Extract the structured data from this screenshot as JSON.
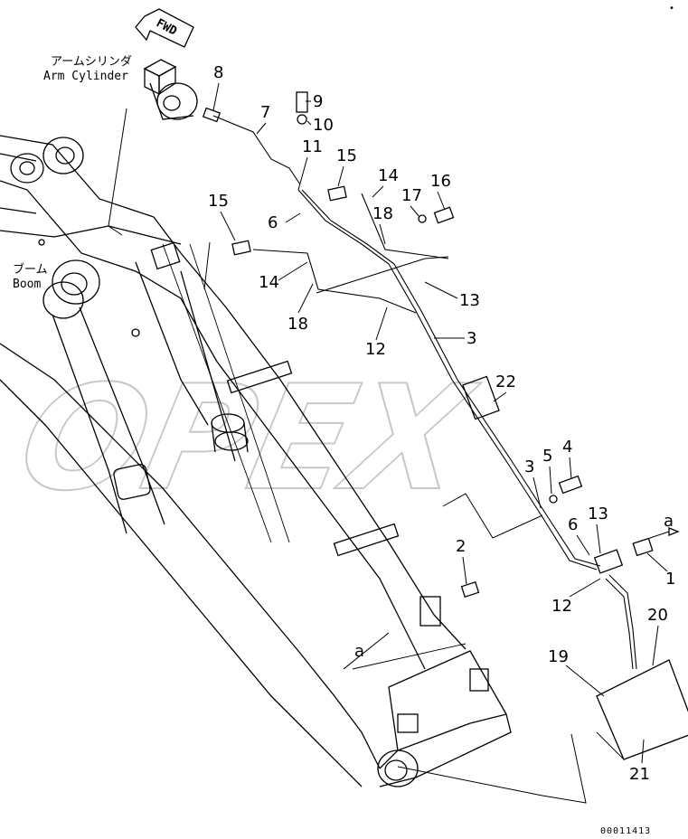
{
  "watermark": "OPEX",
  "fwd_label": "FWD",
  "arm_cylinder": {
    "jp": "アームシリンダ",
    "en": "Arm Cylinder"
  },
  "boom": {
    "jp": "ブーム",
    "en": "Boom"
  },
  "connection_mark": "a",
  "drawing_number": "00011413",
  "corner_mark": "•",
  "part_numbers": {
    "p1": "1",
    "p2": "2",
    "p3a": "3",
    "p3b": "3",
    "p4": "4",
    "p5": "5",
    "p6a": "6",
    "p6b": "6",
    "p7": "7",
    "p8": "8",
    "p9": "9",
    "p10": "10",
    "p11": "11",
    "p12a": "12",
    "p12b": "12",
    "p13a": "13",
    "p13b": "13",
    "p14a": "14",
    "p14b": "14",
    "p15a": "15",
    "p15b": "15",
    "p16": "16",
    "p17": "17",
    "p18a": "18",
    "p18b": "18",
    "p19": "19",
    "p20": "20",
    "p21": "21",
    "p22": "22"
  }
}
